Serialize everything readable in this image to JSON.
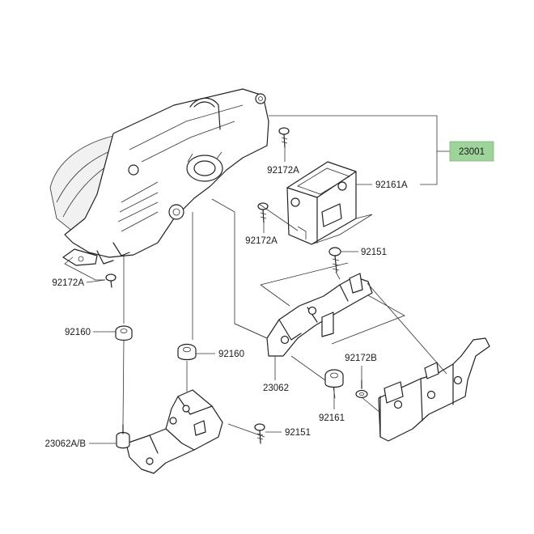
{
  "labels": {
    "assembly": "23001",
    "screw_top": "92172A",
    "bracket_cover": "92161A",
    "screw_mid": "92172A",
    "bolt_right": "92151",
    "screw_left": "92172A",
    "grommet_left": "92160",
    "grommet_center": "92160",
    "bracket_main": "23062",
    "washer_right": "92172B",
    "damper_right": "92161",
    "bolt_bottom": "92151",
    "stay_left": "23062A/B"
  },
  "colors": {
    "highlight": "#9ed39a",
    "line": "#222222"
  }
}
